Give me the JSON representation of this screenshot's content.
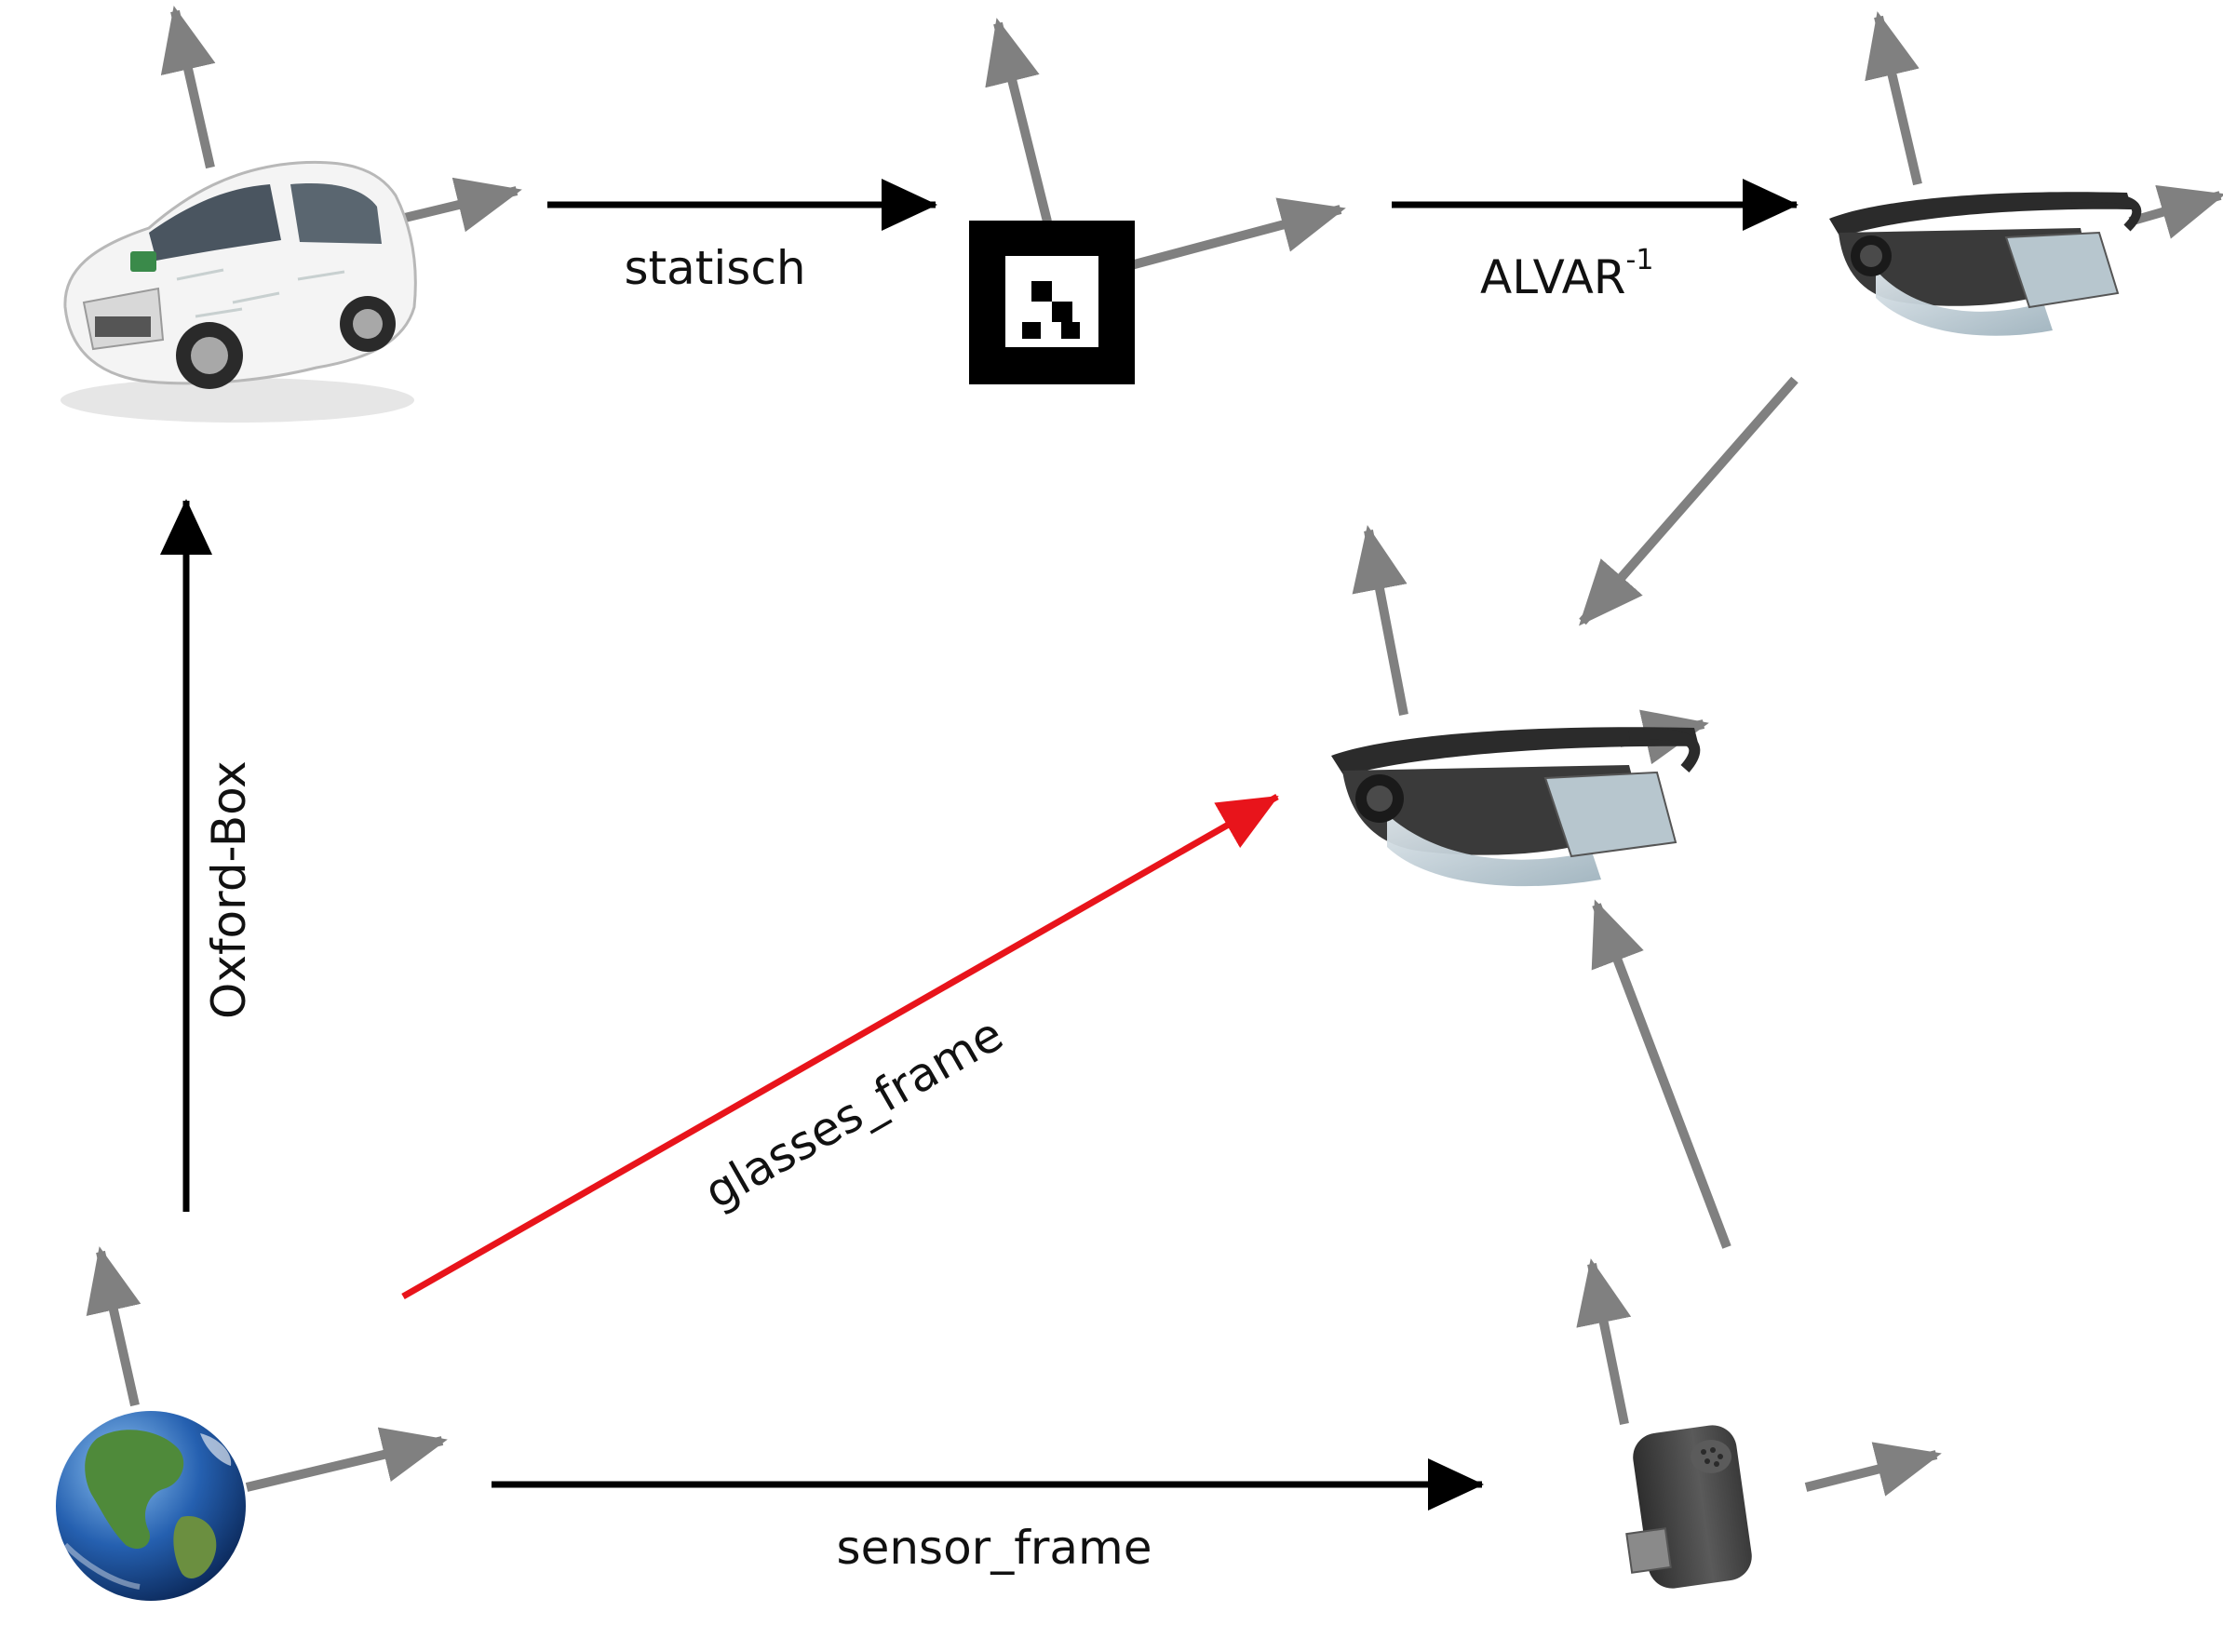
{
  "colors": {
    "axis": "#808080",
    "transform": "#000000",
    "result": "#e8141b"
  },
  "nodes": {
    "car": {
      "icon": "car-icon"
    },
    "marker": {
      "icon": "alvar-marker-icon"
    },
    "glasses_top": {
      "icon": "ar-glasses-icon"
    },
    "glasses_mid": {
      "icon": "ar-glasses-icon"
    },
    "world": {
      "icon": "earth-globe-icon"
    },
    "sensor": {
      "icon": "imu-sensor-icon"
    }
  },
  "edges": {
    "statisch": {
      "label": "statisch"
    },
    "alvar": {
      "label": "ALVAR",
      "superscript": "-1"
    },
    "oxford": {
      "label": "Oxford-Box"
    },
    "glasses_frame": {
      "label": "glasses_frame"
    },
    "sensor_frame": {
      "label": "sensor_frame"
    }
  }
}
